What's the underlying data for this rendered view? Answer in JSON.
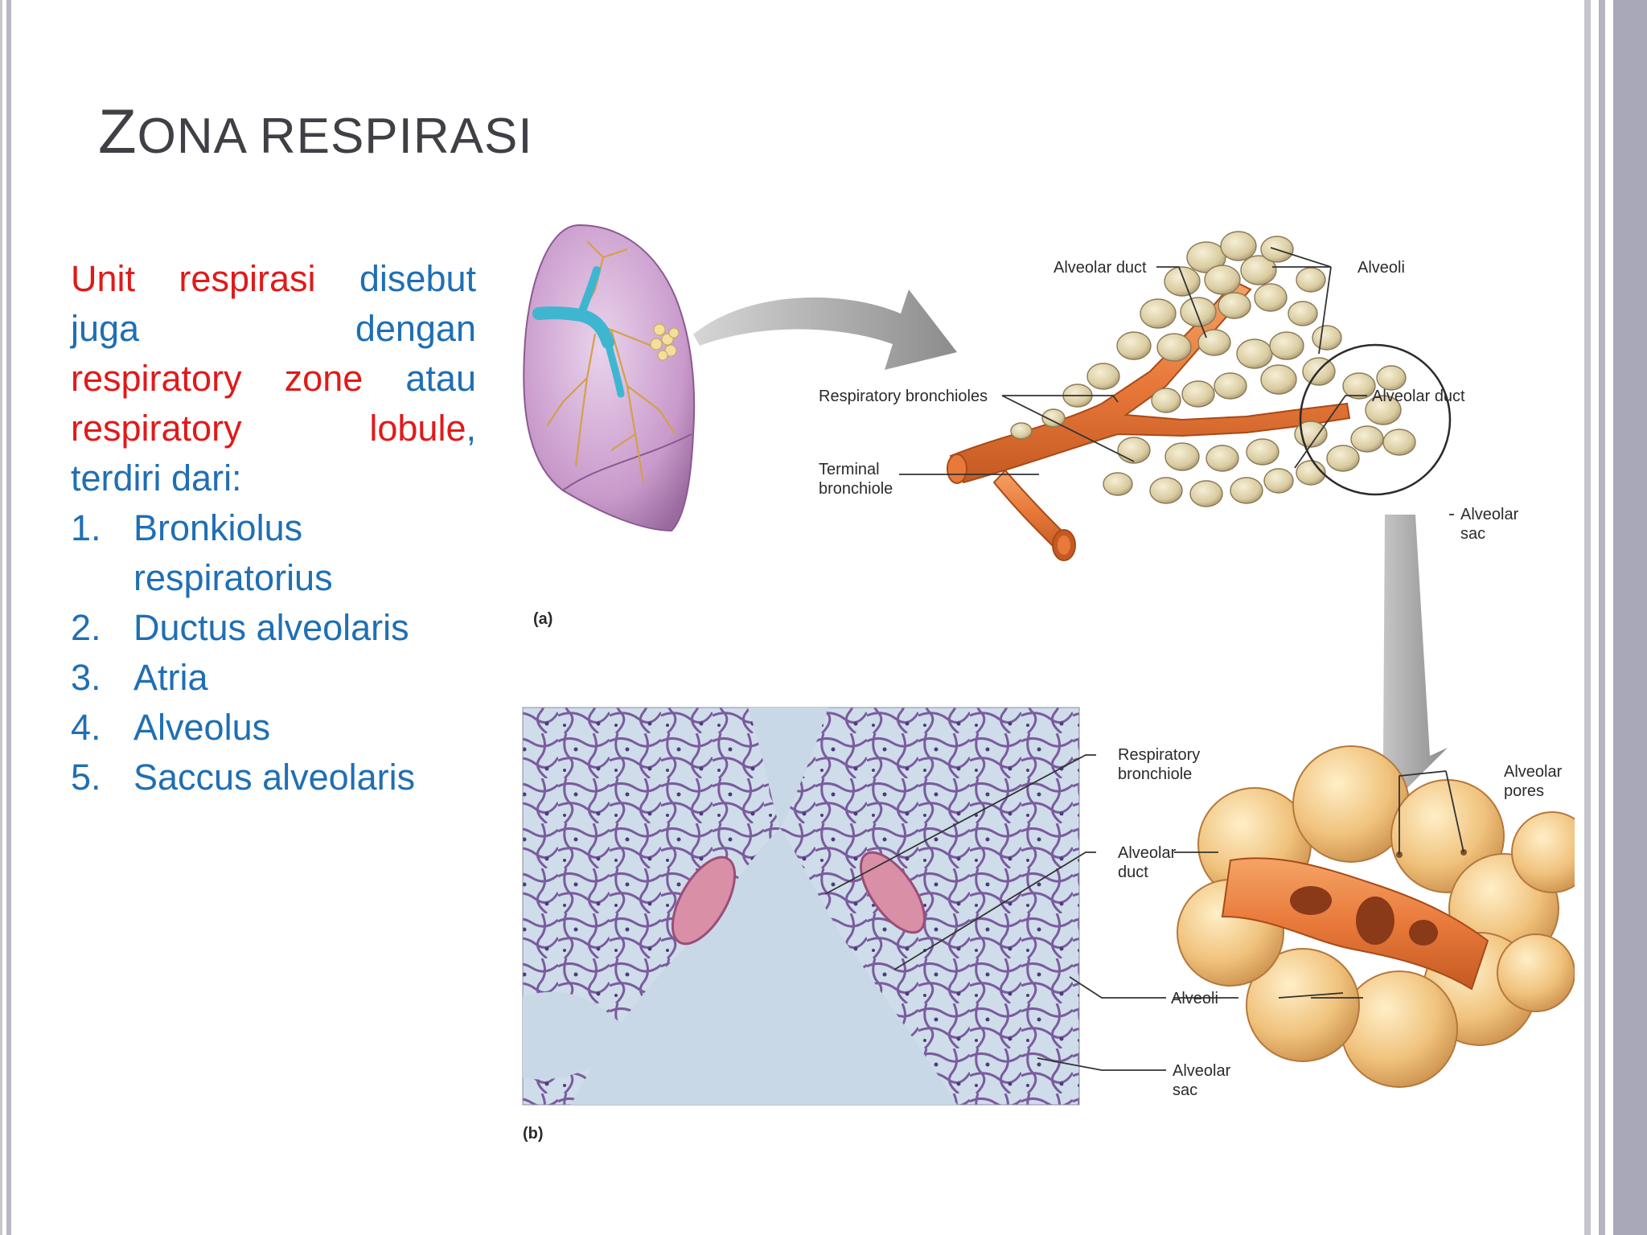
{
  "slide": {
    "title_first": "Z",
    "title_rest": "ONA RESPIRASI"
  },
  "body": {
    "p1_red": "Unit respirasi",
    "p1_blue": "disebut",
    "p2_a": "juga",
    "p2_b": "dengan",
    "p3_red": "respiratory zone",
    "p3_blue": "atau",
    "p4_red": "respiratory",
    "p4_red2": "lobule",
    "p4_comma": ",",
    "p5": "terdiri dari:",
    "list": [
      {
        "num": "1.",
        "text": "Bronkiolus respiratorius"
      },
      {
        "num": "2.",
        "text": "Ductus alveolaris"
      },
      {
        "num": "3.",
        "text": "Atria"
      },
      {
        "num": "4.",
        "text": "Alveolus"
      },
      {
        "num": "5.",
        "text": "Saccus alveolaris"
      }
    ]
  },
  "figure": {
    "panel_a": "(a)",
    "panel_b": "(b)",
    "a_labels": {
      "alveolar_duct_top": "Alveolar duct",
      "alveoli_top": "Alveoli",
      "respiratory_bronchioles": "Respiratory bronchioles",
      "alveolar_duct_right": "Alveolar duct",
      "terminal_1": "Terminal",
      "terminal_2": "bronchiole",
      "alveolar_sac_1": "Alveolar",
      "alveolar_sac_2": "sac"
    },
    "b_labels": {
      "resp_bronchiole_1": "Respiratory",
      "resp_bronchiole_2": "bronchiole",
      "alveolar_duct_1": "Alveolar",
      "alveolar_duct_2": "duct",
      "alveoli": "Alveoli",
      "alveolar_sac_1": "Alveolar",
      "alveolar_sac_2": "sac",
      "alveolar_pores_1": "Alveolar",
      "alveolar_pores_2": "pores"
    }
  }
}
